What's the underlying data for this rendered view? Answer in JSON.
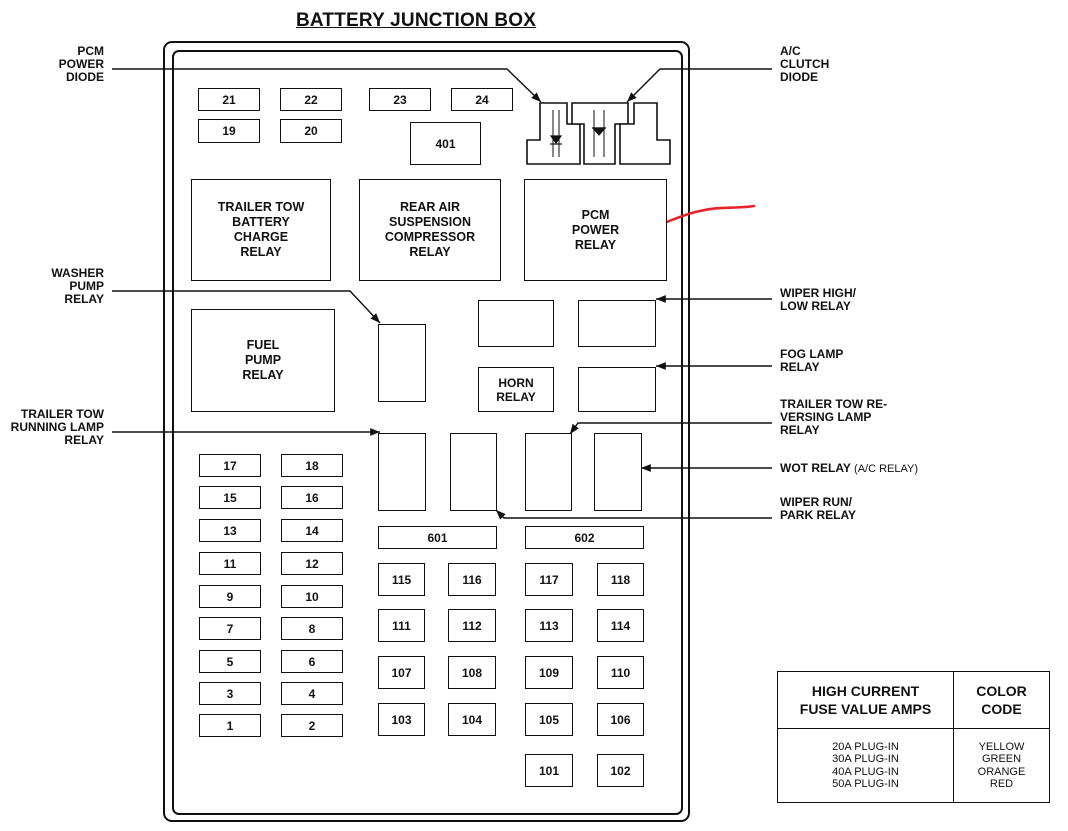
{
  "title": "BATTERY JUNCTION BOX",
  "fuses": {
    "f21": "21",
    "f22": "22",
    "f23": "23",
    "f24": "24",
    "f19": "19",
    "f20": "20",
    "f401": "401",
    "f17": "17",
    "f18": "18",
    "f15": "15",
    "f16": "16",
    "f13": "13",
    "f14": "14",
    "f11": "11",
    "f12": "12",
    "f9": "9",
    "f10": "10",
    "f7": "7",
    "f8": "8",
    "f5": "5",
    "f6": "6",
    "f3": "3",
    "f4": "4",
    "f1": "1",
    "f2": "2",
    "f601": "601",
    "f602": "602",
    "f115": "115",
    "f116": "116",
    "f117": "117",
    "f118": "118",
    "f111": "111",
    "f112": "112",
    "f113": "113",
    "f114": "114",
    "f107": "107",
    "f108": "108",
    "f109": "109",
    "f110": "110",
    "f103": "103",
    "f104": "104",
    "f105": "105",
    "f106": "106",
    "f101": "101",
    "f102": "102"
  },
  "relays": {
    "trailer_tow_battery_charge": [
      "TRAILER TOW",
      "BATTERY",
      "CHARGE",
      "RELAY"
    ],
    "rear_air_suspension": [
      "REAR AIR",
      "SUSPENSION",
      "COMPRESSOR",
      "RELAY"
    ],
    "pcm_power": [
      "PCM",
      "POWER",
      "RELAY"
    ],
    "fuel_pump": [
      "FUEL",
      "PUMP",
      "RELAY"
    ],
    "horn": [
      "HORN",
      "RELAY"
    ]
  },
  "callouts": {
    "pcm_power_diode": [
      "PCM",
      "POWER",
      "DIODE"
    ],
    "ac_clutch_diode": [
      "A/C",
      "CLUTCH",
      "DIODE"
    ],
    "washer_pump_relay": [
      "WASHER",
      "PUMP",
      "RELAY"
    ],
    "trailer_tow_running_lamp_relay": [
      "TRAILER TOW",
      "RUNNING LAMP",
      "RELAY"
    ],
    "wiper_high_low_relay": [
      "WIPER HIGH/",
      "LOW RELAY"
    ],
    "fog_lamp_relay": [
      "FOG LAMP",
      "RELAY"
    ],
    "trailer_tow_reversing_lamp_relay": [
      "TRAILER TOW RE-",
      "VERSING LAMP",
      "RELAY"
    ],
    "wot_relay": "WOT RELAY",
    "wot_relay_note": "(A/C RELAY)",
    "wiper_run_park_relay": [
      "WIPER RUN/",
      "PARK RELAY"
    ]
  },
  "fuse_table": {
    "header_value": [
      "HIGH CURRENT",
      "FUSE VALUE AMPS"
    ],
    "header_color": [
      "COLOR",
      "CODE"
    ],
    "values": [
      "20A PLUG-IN",
      "30A PLUG-IN",
      "40A PLUG-IN",
      "50A PLUG-IN"
    ],
    "colors": [
      "YELLOW",
      "GREEN",
      "ORANGE",
      "RED"
    ]
  },
  "colors": {
    "annotation": "#e8212b",
    "ink": "#111111"
  }
}
